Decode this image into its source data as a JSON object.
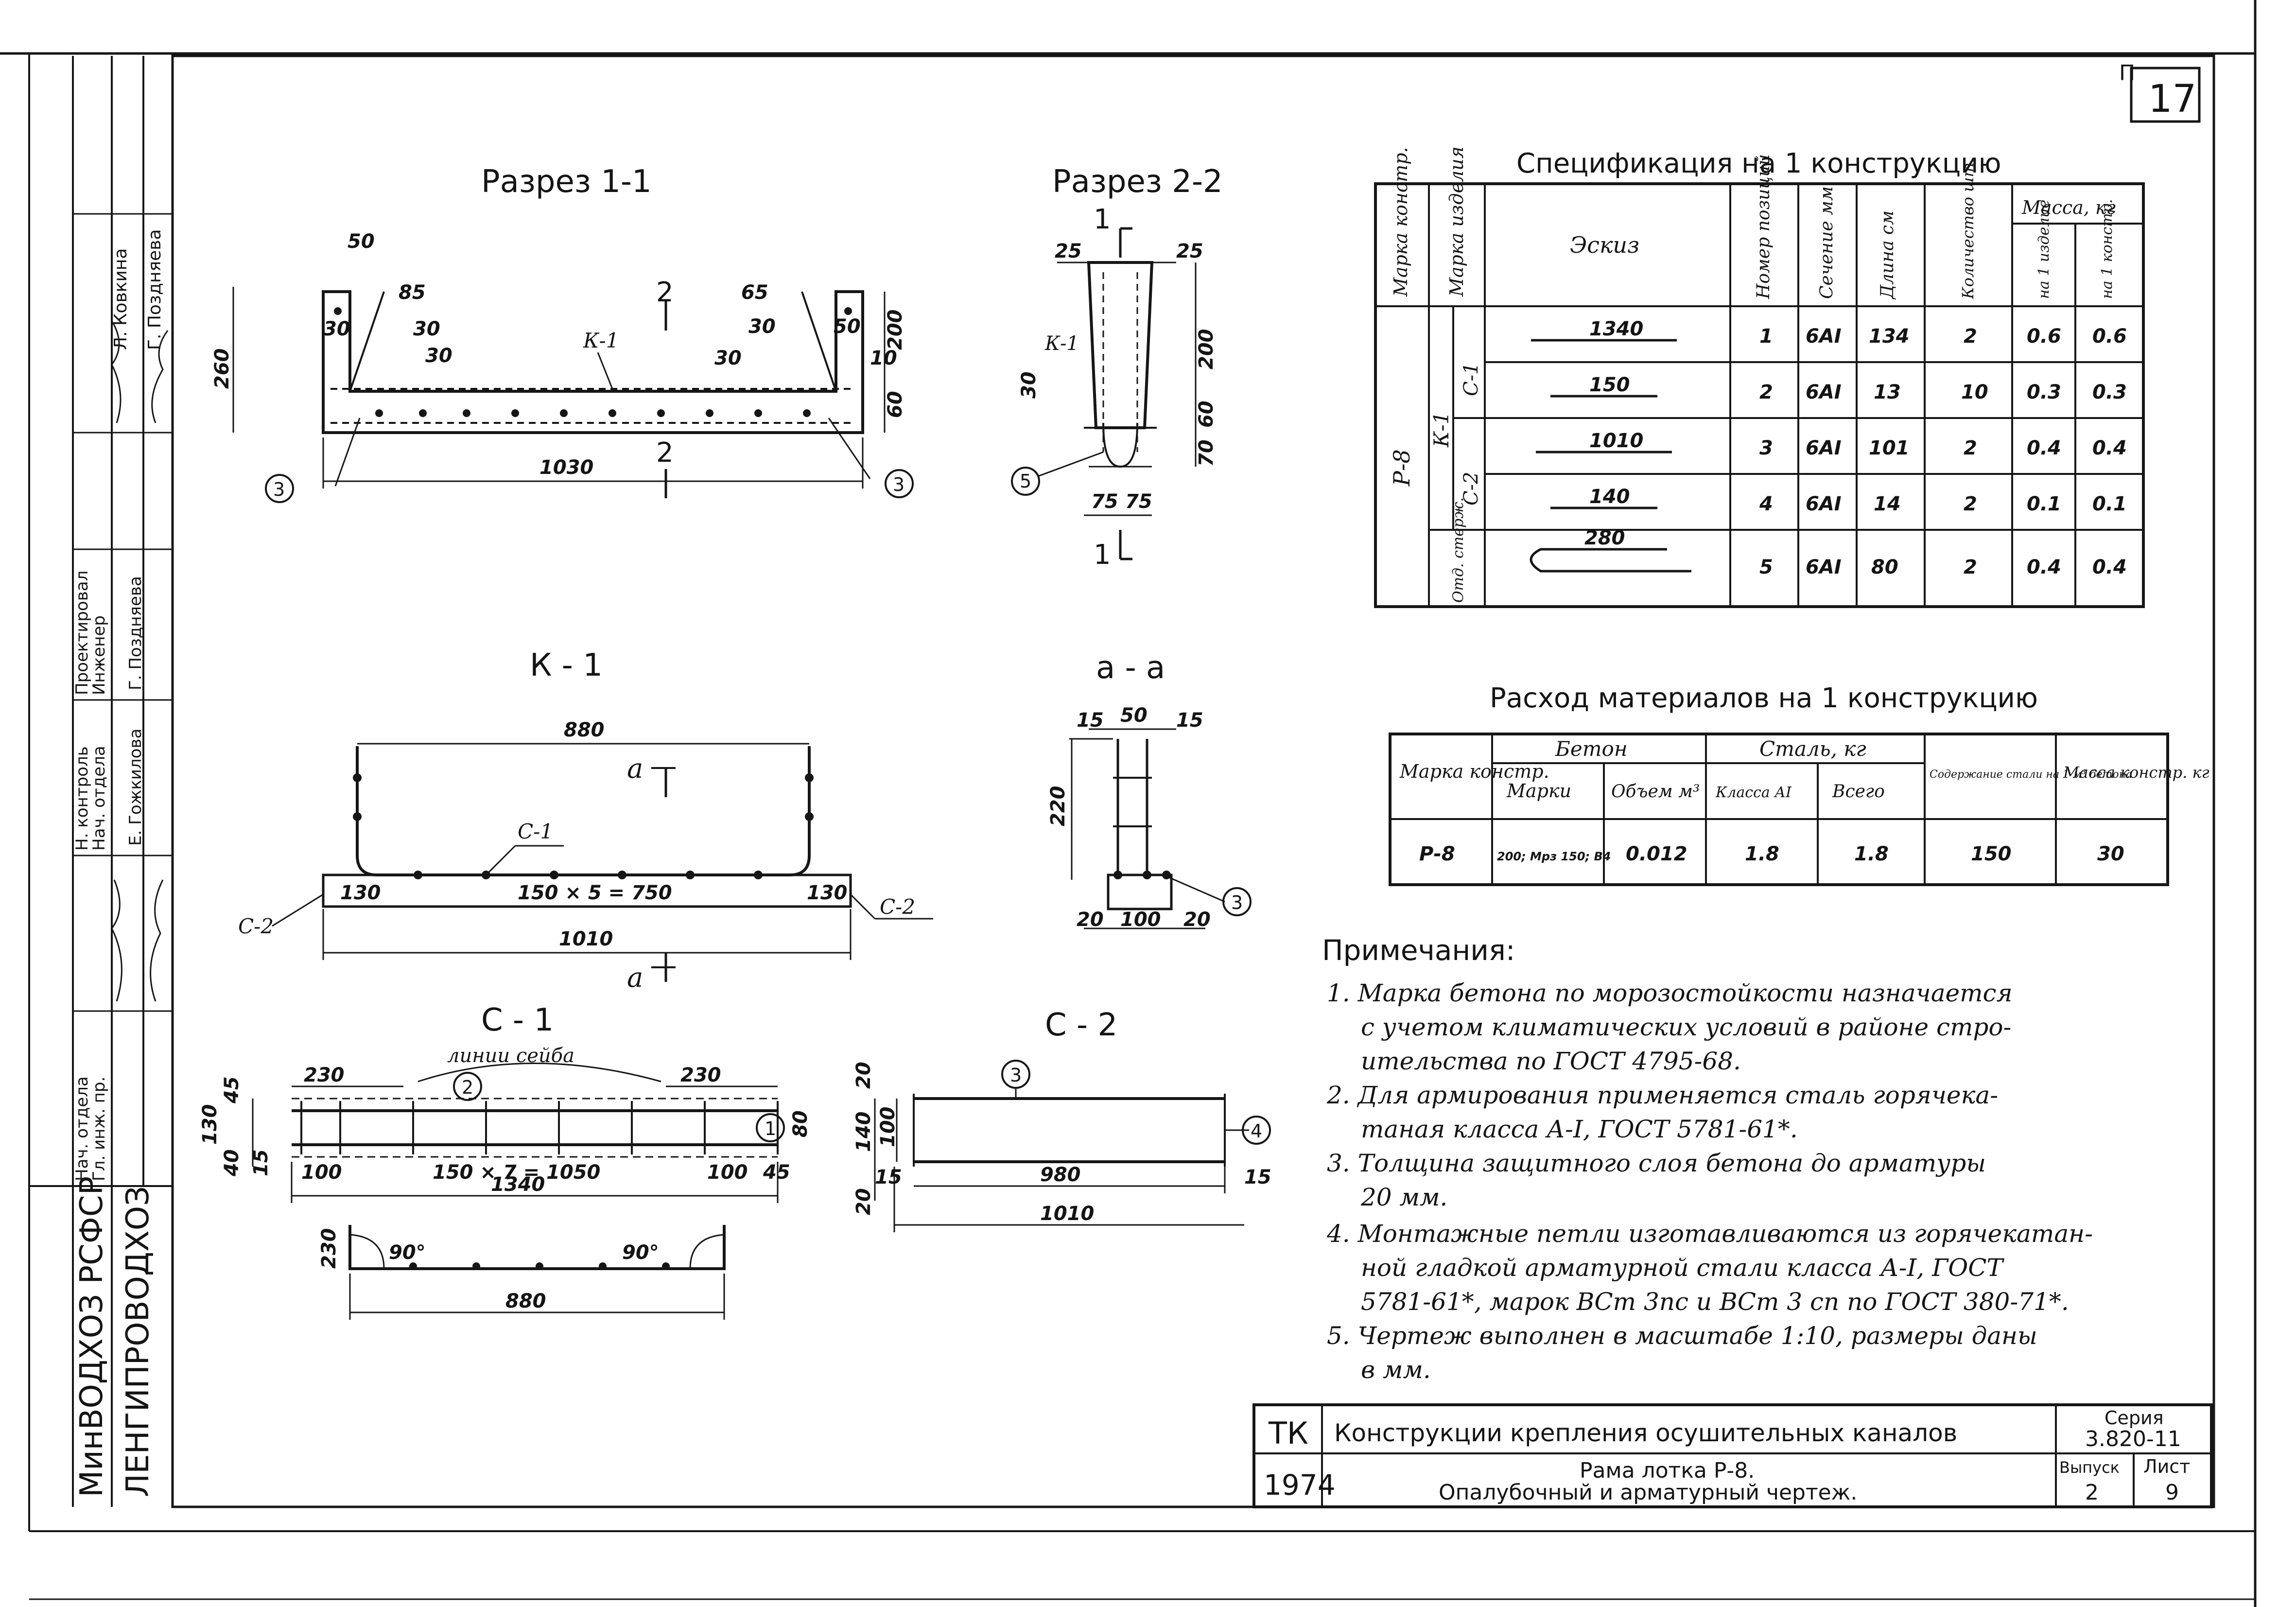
{
  "sheet": {
    "number": "17",
    "corner_mark": "П"
  },
  "side_stamp": {
    "org1": "МинВОДХОЗ РСФСР",
    "org2": "ЛЕНГИПРОВОДХОЗ",
    "rows": [
      {
        "role": "Нач. отдела",
        "name": "Л. Ковкина"
      },
      {
        "role": "Гл. инж. пр.",
        "name": "Г. Поздняева"
      },
      {
        "role": "Проектировал",
        "name": ""
      },
      {
        "role": "Инженер",
        "name": "Г. Поздняева"
      },
      {
        "role": "Н. контроль",
        "name": "Е. Гожкилова"
      },
      {
        "role": "Нач. отдела",
        "name": ""
      }
    ]
  },
  "views": {
    "section11": {
      "title": "Разрез 1-1",
      "dims": [
        "50",
        "85",
        "65",
        "50",
        "30",
        "30",
        "30",
        "30",
        "30",
        "10",
        "260",
        "200",
        "60",
        "1030"
      ],
      "labels": [
        "К-1",
        "2",
        "2",
        "3",
        "3"
      ]
    },
    "section22": {
      "title": "Разрез 2-2",
      "dims": [
        "25",
        "25",
        "200",
        "60",
        "70",
        "30",
        "75",
        "75"
      ],
      "labels": [
        "1",
        "1",
        "К-1",
        "5"
      ]
    },
    "k1": {
      "title": "К - 1",
      "dims": [
        "880",
        "130",
        "150 × 5 = 750",
        "130",
        "1010"
      ],
      "labels": [
        "С-1",
        "С-2",
        "С-2",
        "а",
        "а"
      ]
    },
    "aa": {
      "title": "а - а",
      "dims": [
        "15",
        "50",
        "15",
        "220",
        "20",
        "100",
        "20"
      ],
      "labels": [
        "3"
      ]
    },
    "c1": {
      "title": "С - 1",
      "note": "линии сейба",
      "dims": [
        "230",
        "230",
        "150 × 7 = 1050",
        "100",
        "100",
        "45",
        "1340",
        "130",
        "80",
        "45",
        "40",
        "15"
      ],
      "labels": [
        "2",
        "1"
      ]
    },
    "c2": {
      "title": "С - 2",
      "dims": [
        "20",
        "140",
        "100",
        "15",
        "980",
        "15",
        "1010",
        "20"
      ],
      "labels": [
        "3",
        "4"
      ]
    },
    "bent": {
      "dims": [
        "230",
        "90°",
        "90°",
        "880"
      ]
    }
  },
  "spec_table": {
    "title": "Спецификация на 1 конструкцию",
    "headers": [
      "Марка констр.",
      "Марка изделия",
      "Эскиз",
      "Номер позиций",
      "Сечение мм",
      "Длина см",
      "Количество шт.",
      "Масса, кг",
      "на 1 изделие",
      "на 1 констр."
    ],
    "group_construction": "Р-8",
    "group_k": "К-1",
    "group_c1": "С-1",
    "group_c2": "С-2",
    "group_otd": "Отд. стерж.",
    "rows": [
      {
        "sketch": "1340",
        "pos": "1",
        "sect": "6АI",
        "len": "134",
        "qty": "2",
        "m1": "0.6",
        "m2": "0.6"
      },
      {
        "sketch": "150",
        "pos": "2",
        "sect": "6АI",
        "len": "13",
        "qty": "10",
        "m1": "0.3",
        "m2": "0.3"
      },
      {
        "sketch": "1010",
        "pos": "3",
        "sect": "6АI",
        "len": "101",
        "qty": "2",
        "m1": "0.4",
        "m2": "0.4"
      },
      {
        "sketch": "140",
        "pos": "4",
        "sect": "6АI",
        "len": "14",
        "qty": "2",
        "m1": "0.1",
        "m2": "0.1"
      },
      {
        "sketch": "280",
        "pos": "5",
        "sect": "6АI",
        "len": "80",
        "qty": "2",
        "m1": "0.4",
        "m2": "0.4"
      }
    ]
  },
  "material_table": {
    "title": "Расход материалов на 1 конструкцию",
    "headers": [
      "Марка констр.",
      "Бетон",
      "Марки",
      "Объем м³",
      "Сталь, кг",
      "Класса АI",
      "Всего",
      "Содержание стали на 1 м³ бетона",
      "Масса констр. кг"
    ],
    "row": {
      "mark": "Р-8",
      "concrete_grade": "200; Мрз 150; В4",
      "volume": "0.012",
      "steel_a1": "1.8",
      "steel_total": "1.8",
      "content": "150",
      "mass": "30"
    }
  },
  "notes": {
    "heading": "Примечания:",
    "lines": [
      "1. Марка бетона по морозостойкости назначается",
      "с учетом климатических условий в районе стро-",
      "ительства по ГОСТ 4795-68.",
      "2. Для армирования применяется сталь горячека-",
      "таная класса А-I, ГОСТ 5781-61*.",
      "3. Толщина защитного слоя бетона до арматуры",
      "20 мм.",
      "4. Монтажные петли изготавливаются из горячекатан-",
      "ной гладкой арматурной стали класса А-I, ГОСТ",
      "5781-61*, марок ВСт 3пс и ВСт 3 сп по ГОСТ 380-71*.",
      "5. Чертеж выполнен в масштабе 1:10, размеры даны",
      "в мм."
    ]
  },
  "title_block": {
    "tk": "ТК",
    "year": "1974",
    "project": "Конструкции крепления осушительных каналов",
    "series_label": "Серия",
    "series": "3.820-11",
    "drawing_line1": "Рама лотка Р-8.",
    "drawing_line2": "Опалубочный и арматурный чертеж.",
    "issue_label": "Выпуск",
    "issue": "2",
    "sheet_label": "Лист",
    "sheet": "9"
  }
}
